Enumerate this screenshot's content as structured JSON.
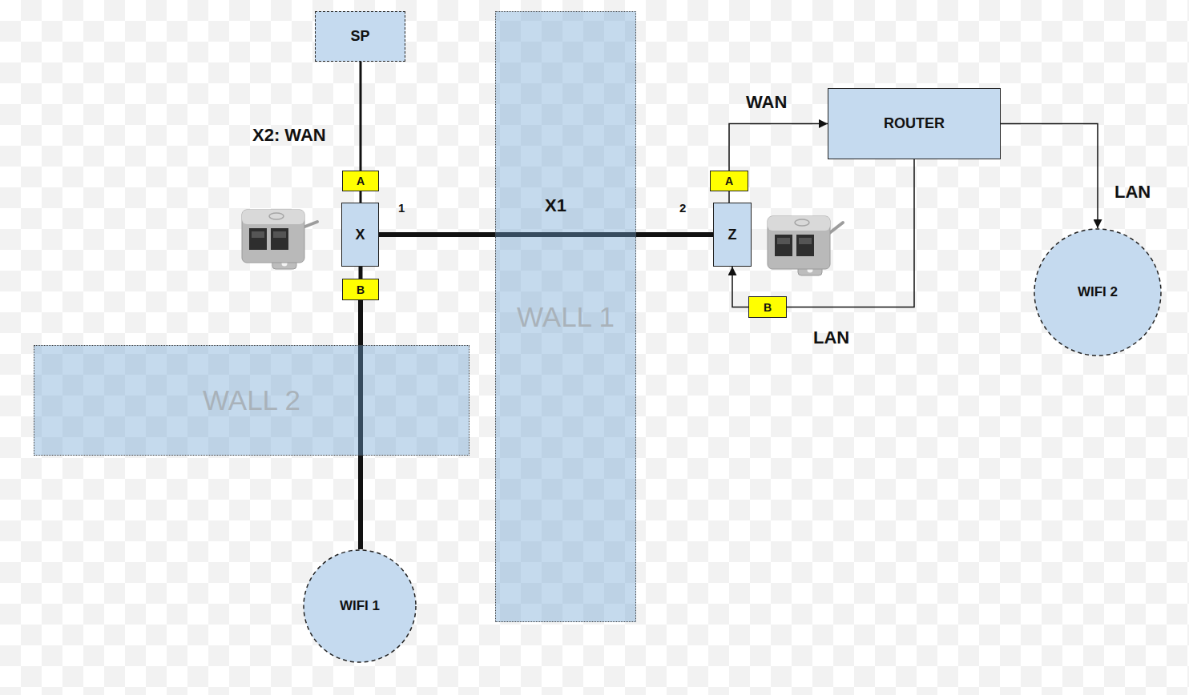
{
  "diagram": {
    "nodes": [
      {
        "text": [
          "SP"
        ]
      },
      {
        "text": [
          "A"
        ]
      },
      {
        "text": [
          "X"
        ]
      },
      {
        "text": [
          "B"
        ]
      },
      {
        "text": [
          "WALL 2"
        ]
      },
      {
        "text": [
          "WIFI 1"
        ]
      },
      {
        "text": [
          "WALL 1"
        ]
      },
      {
        "text": [
          "A"
        ]
      },
      {
        "text": [
          "ROUTER"
        ]
      },
      {
        "text": [
          "Z"
        ]
      },
      {
        "text": [
          "B"
        ]
      },
      {
        "text": [
          "WIFI 2"
        ]
      }
    ],
    "edges": [
      {
        "from": 0,
        "to": 1,
        "arrow": "none",
        "label": "X2: WAN"
      },
      {
        "from": 1,
        "to": 2,
        "arrow": "none"
      },
      {
        "from": 2,
        "to": 3,
        "arrow": "none"
      },
      {
        "from": 3,
        "to": 5,
        "arrow": "none"
      },
      {
        "from": 2,
        "to": 9,
        "arrow": "none",
        "label": "X1"
      },
      {
        "from": 9,
        "to": 7,
        "arrow": "none"
      },
      {
        "from": 7,
        "to": 8,
        "arrow": "to",
        "label": "WAN"
      },
      {
        "from": 8,
        "to": 10,
        "arrow": "none",
        "label": "LAN"
      },
      {
        "from": 10,
        "to": 9,
        "arrow": "to"
      },
      {
        "from": 8,
        "to": 11,
        "arrow": "to",
        "label": "LAN"
      }
    ],
    "labels": [
      "1",
      "2"
    ]
  }
}
